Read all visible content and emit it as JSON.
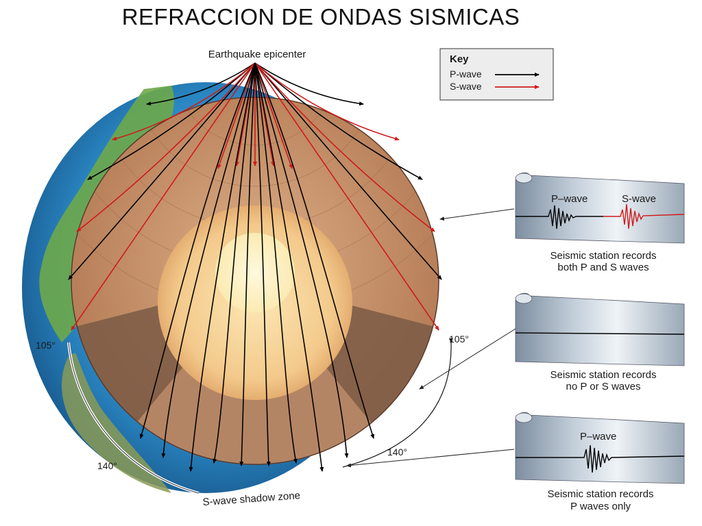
{
  "title": "REFRACCION DE ONDAS SISMICAS",
  "labels": {
    "epicenter": "Earthquake epicenter",
    "angle_105_left": "105°",
    "angle_105_right": "105°",
    "angle_140_left": "140°",
    "angle_140_right": "140°",
    "shadow_zone": "S-wave shadow zone"
  },
  "key": {
    "title": "Key",
    "p_wave": "P-wave",
    "s_wave": "S-wave",
    "p_color": "#000000",
    "s_color": "#d01a1a"
  },
  "stations": [
    {
      "caption_line1": "Seismic station records",
      "caption_line2": "both P and S waves",
      "trace_label_p": "P–wave",
      "trace_label_s": "S-wave"
    },
    {
      "caption_line1": "Seismic station records",
      "caption_line2": "no P or S waves"
    },
    {
      "caption_line1": "Seismic station records",
      "caption_line2": "P waves only",
      "trace_label_p": "P–wave"
    }
  ]
}
